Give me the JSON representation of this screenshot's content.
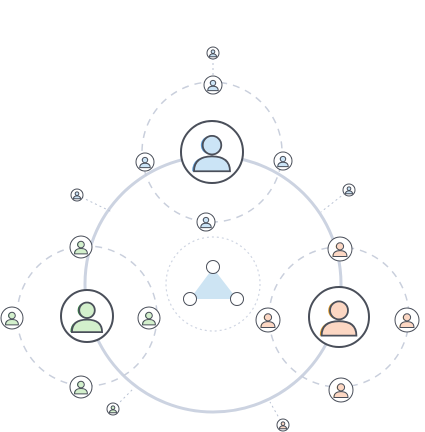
{
  "colors": {
    "background": "#ffffff",
    "main_ring": "#ccd3e1",
    "dashed_ring": "#c9cfdc",
    "dotted_ring": "#cfd5e2",
    "leader_line": "#b9c2d3",
    "node_border": "#4a4f5a",
    "center_triangle": "#cde4f3",
    "center_node_border": "#4a4f5a"
  },
  "groups": [
    {
      "id": "blue",
      "fill": "#cbe4f6",
      "shade": "#5a9bd5",
      "icon": "user-icon"
    },
    {
      "id": "green",
      "fill": "#d3f0cc",
      "shade": "#2e8b3e",
      "icon": "user-icon"
    },
    {
      "id": "orange",
      "fill": "#fcd7c3",
      "shade": "#e39b27",
      "icon": "user-icon"
    }
  ],
  "center": {
    "icon": "network-triangle-icon",
    "node_count": 3
  }
}
